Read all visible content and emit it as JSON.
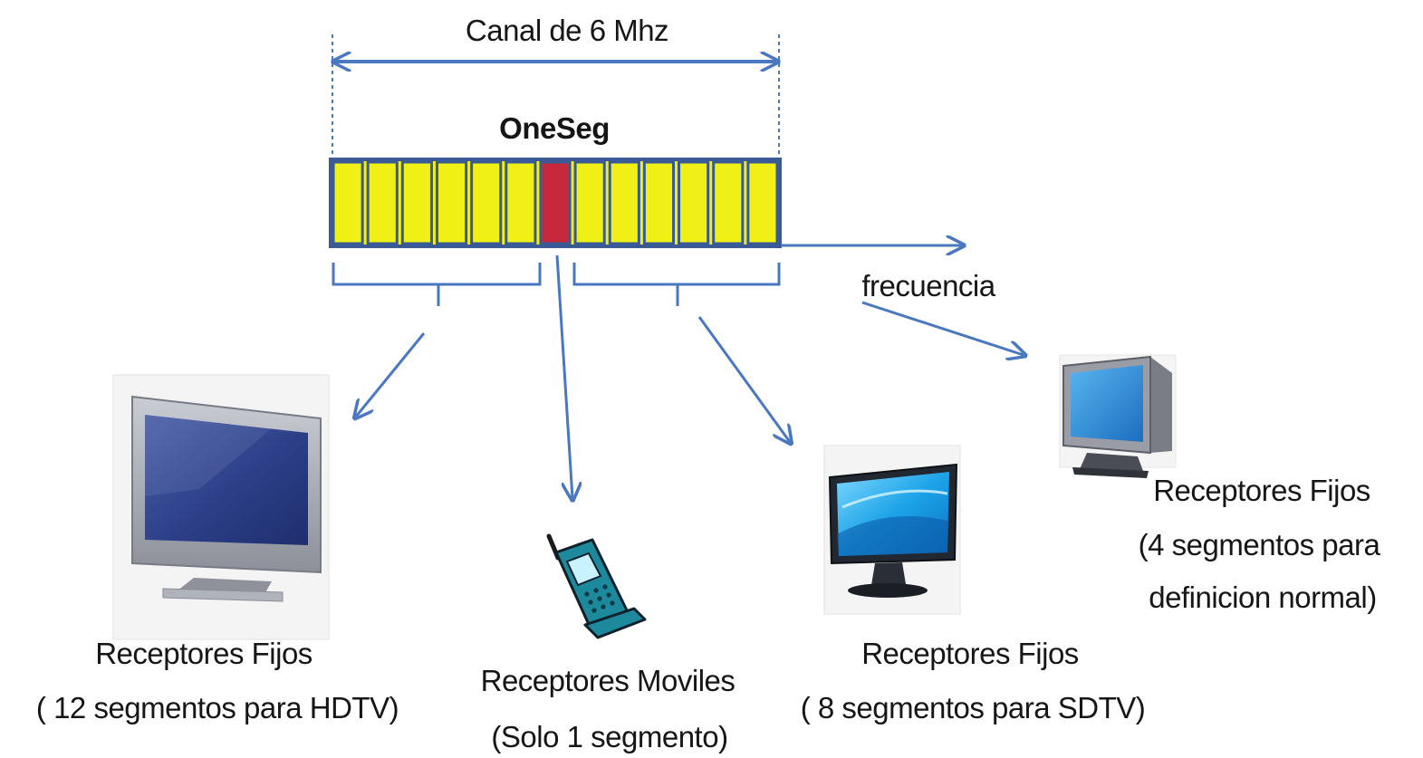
{
  "channel_label": "Canal de 6 Mhz",
  "oneseg_label": "OneSeg",
  "axis_label": "frecuencia",
  "segments": {
    "count": 13,
    "oneseg_index": 6,
    "segment_color": "#f0f016",
    "oneseg_color": "#c8283c",
    "border_color": "#3a5a96"
  },
  "arrow_color": "#4a78c0",
  "receivers": [
    {
      "id": "hdtv",
      "icon": "flat-tv-icon",
      "title": "Receptores Fijos",
      "detail": "( 12 segmentos para HDTV)"
    },
    {
      "id": "mobile",
      "icon": "mobile-phone-icon",
      "title": "Receptores Moviles",
      "detail": "(Solo 1 segmento)"
    },
    {
      "id": "sdtv",
      "icon": "widescreen-monitor-icon",
      "title": "Receptores Fijos",
      "detail": "( 8 segmentos para SDTV)"
    },
    {
      "id": "normal",
      "icon": "crt-monitor-icon",
      "title": "Receptores Fijos",
      "detail_line1": "(4 segmentos para",
      "detail_line2": "definicion normal)"
    }
  ]
}
